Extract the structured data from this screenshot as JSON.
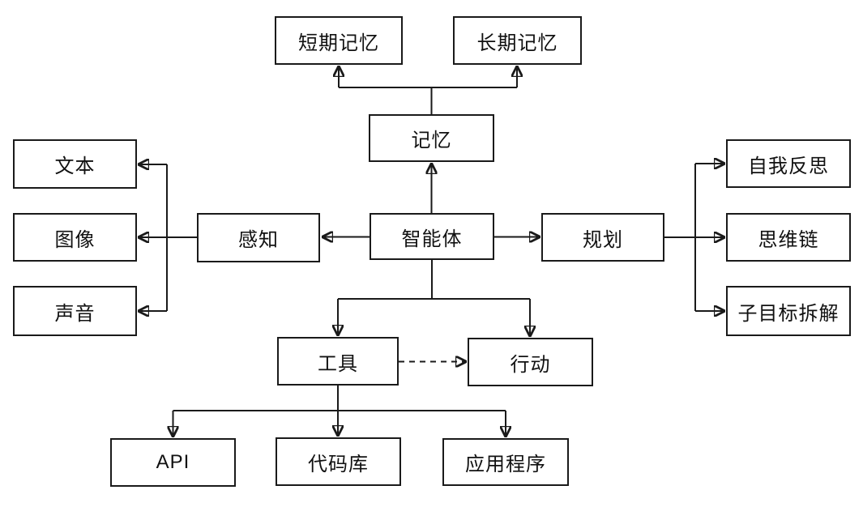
{
  "diagram": {
    "description": "AI agent architecture flowchart",
    "colors": {
      "background": "#ffffff",
      "box_fill": "#ffffff",
      "line": "#1a1a1a",
      "text": "#111111"
    },
    "nodes": {
      "agent": {
        "label": "智能体"
      },
      "memory": {
        "label": "记忆"
      },
      "short_term_memory": {
        "label": "短期记忆"
      },
      "long_term_memory": {
        "label": "长期记忆"
      },
      "perception": {
        "label": "感知"
      },
      "text": {
        "label": "文本"
      },
      "image": {
        "label": "图像"
      },
      "sound": {
        "label": "声音"
      },
      "planning": {
        "label": "规划"
      },
      "self_reflection": {
        "label": "自我反思"
      },
      "chain_of_thought": {
        "label": "思维链"
      },
      "subgoal_decomposition": {
        "label": "子目标拆解"
      },
      "tools": {
        "label": "工具"
      },
      "action": {
        "label": "行动"
      },
      "api": {
        "label": "API"
      },
      "code_library": {
        "label": "代码库"
      },
      "applications": {
        "label": "应用程序"
      }
    },
    "edges": [
      {
        "from": "agent",
        "to": "memory",
        "style": "solid-arrow"
      },
      {
        "from": "memory",
        "to": "short_term_memory",
        "style": "solid-arrow"
      },
      {
        "from": "memory",
        "to": "long_term_memory",
        "style": "solid-arrow"
      },
      {
        "from": "agent",
        "to": "perception",
        "style": "solid-arrow"
      },
      {
        "from": "perception",
        "to": "text",
        "style": "solid-arrow"
      },
      {
        "from": "perception",
        "to": "image",
        "style": "solid-arrow"
      },
      {
        "from": "perception",
        "to": "sound",
        "style": "solid-arrow"
      },
      {
        "from": "agent",
        "to": "planning",
        "style": "solid-arrow"
      },
      {
        "from": "planning",
        "to": "self_reflection",
        "style": "solid-arrow"
      },
      {
        "from": "planning",
        "to": "chain_of_thought",
        "style": "solid-arrow"
      },
      {
        "from": "planning",
        "to": "subgoal_decomposition",
        "style": "solid-arrow"
      },
      {
        "from": "agent",
        "to": "tools",
        "style": "solid-arrow"
      },
      {
        "from": "agent",
        "to": "action",
        "style": "solid-arrow"
      },
      {
        "from": "tools",
        "to": "action",
        "style": "dashed-arrow"
      },
      {
        "from": "tools",
        "to": "api",
        "style": "solid-arrow"
      },
      {
        "from": "tools",
        "to": "code_library",
        "style": "solid-arrow"
      },
      {
        "from": "tools",
        "to": "applications",
        "style": "solid-arrow"
      }
    ]
  }
}
